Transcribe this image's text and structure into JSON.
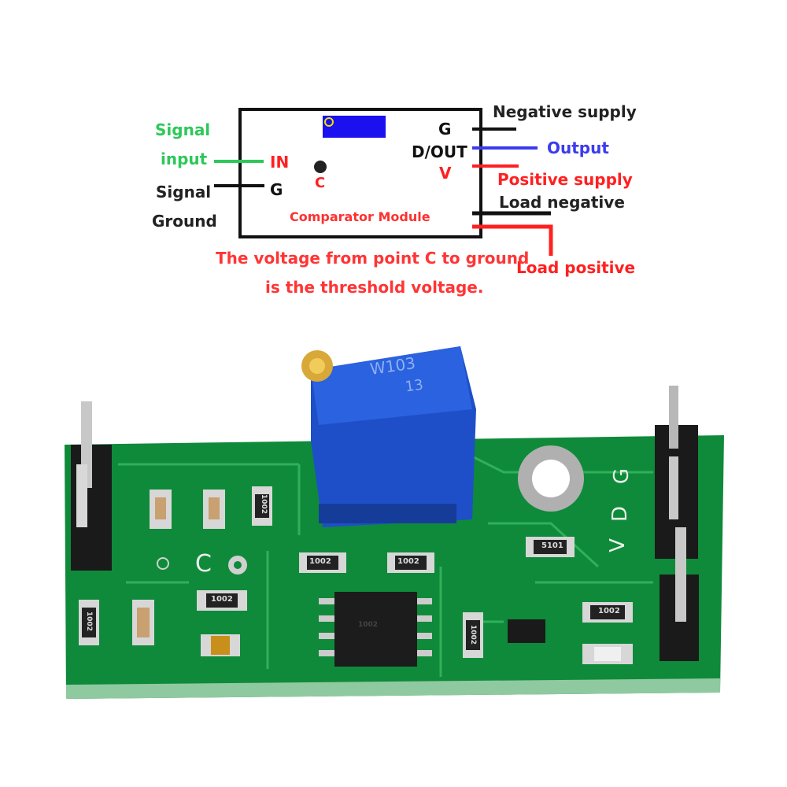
{
  "diagram": {
    "module_label": "Comparator Module",
    "left_labels": {
      "signal_input_1": "Signal",
      "signal_input_2": "input",
      "signal_ground_1": "Signal",
      "signal_ground_2": "Ground"
    },
    "left_pins": {
      "in": "IN",
      "g": "G"
    },
    "point_c": "C",
    "right_pins": {
      "g": "G",
      "dout": "D/OUT",
      "v": "V"
    },
    "right_labels": {
      "negative_supply": "Negative supply",
      "output": "Output",
      "positive_supply": "Positive supply",
      "load_negative": "Load negative",
      "load_positive": "Load positive"
    },
    "note_line1": "The voltage from point C to ground",
    "note_line2": "is the threshold voltage.",
    "colors": {
      "green": "#2ec85a",
      "red": "#ff2020",
      "blue": "#3b3bef",
      "black": "#1a1a1a",
      "pot_blue": "#1a10f0",
      "pot_ring": "#f0e000"
    }
  },
  "photo": {
    "pot_marking_1": "W103",
    "pot_marking_2": "13",
    "silk_c": "C",
    "silk_pins": [
      "V",
      "D",
      "G"
    ],
    "resistor_codes": [
      "1002",
      "1002",
      "1002",
      "1002",
      "1002",
      "1002",
      "1002",
      "1002",
      "5101"
    ],
    "colors": {
      "pcb": "#0f8a3a",
      "pot": "#1e4fc8"
    }
  }
}
